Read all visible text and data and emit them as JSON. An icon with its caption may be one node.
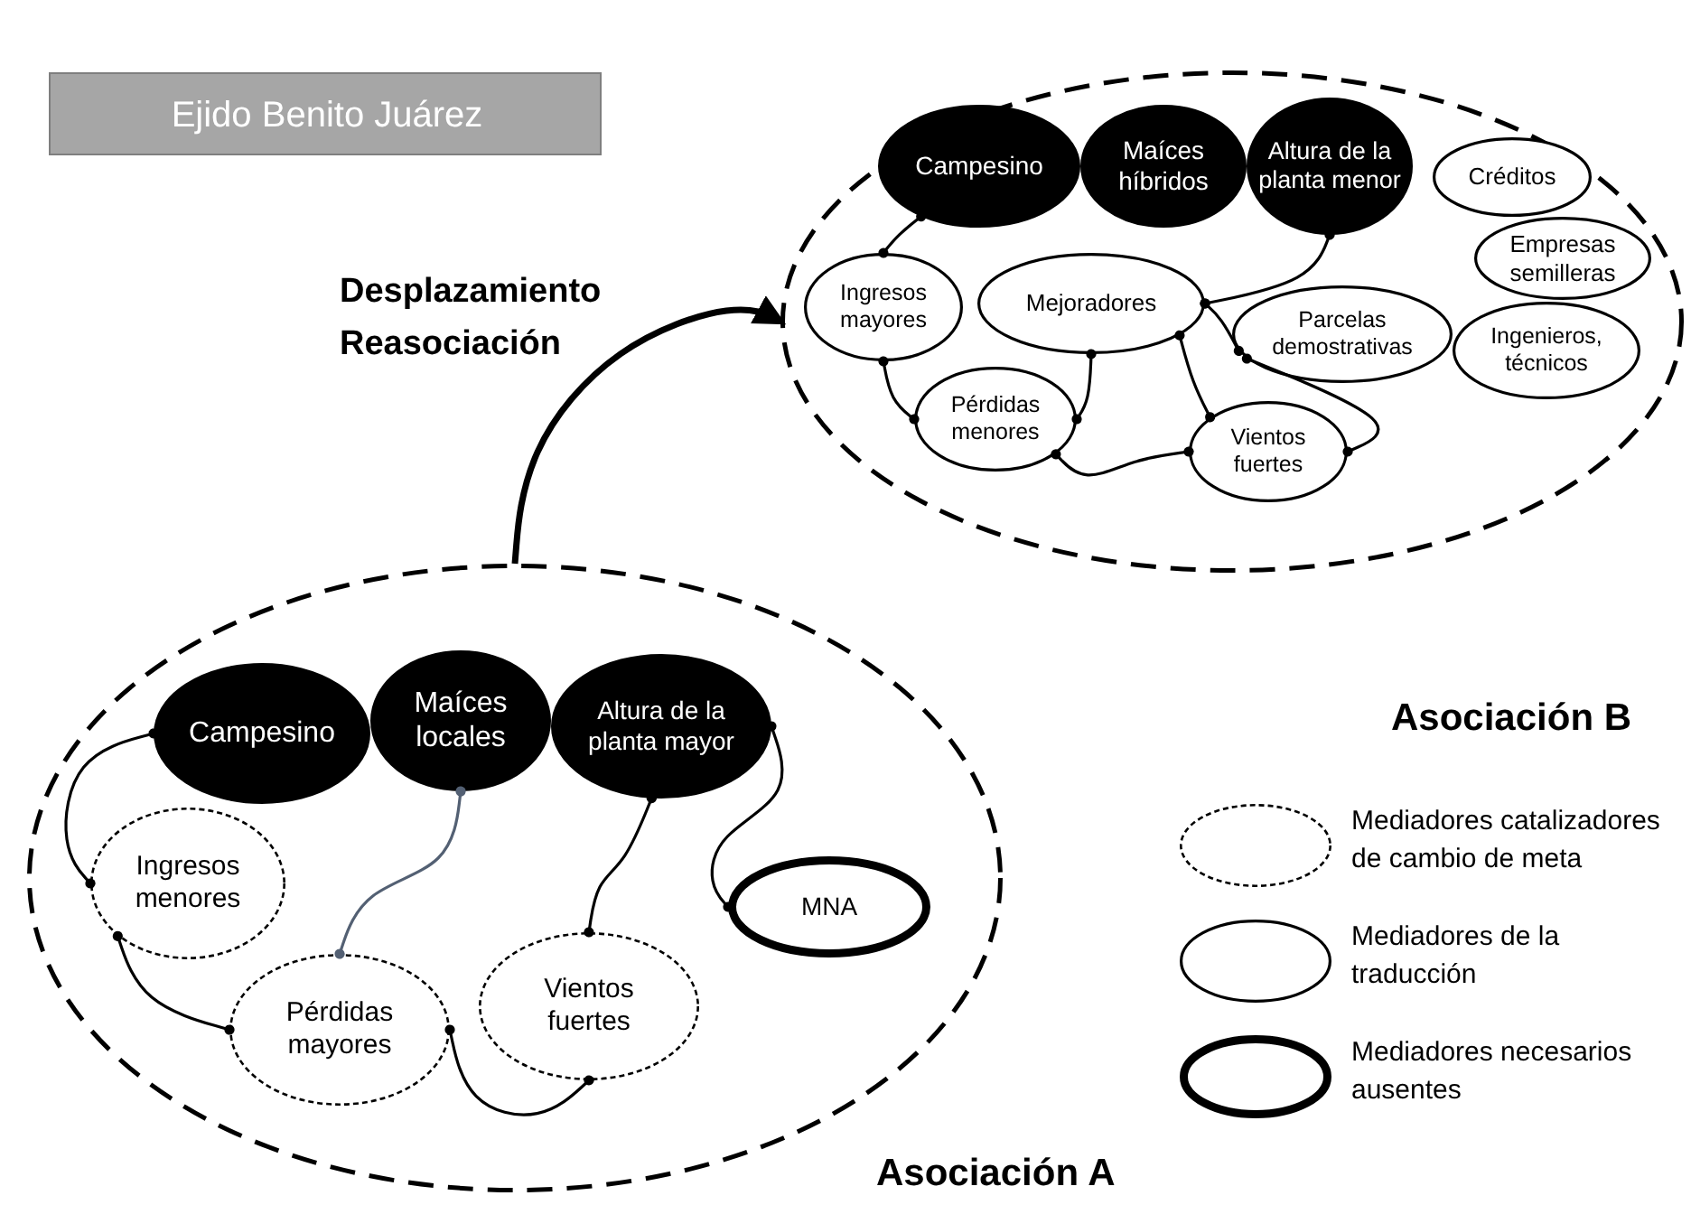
{
  "diagram": {
    "nodes": [
      {
        "text": [
          "Ejido Benito Juárez"
        ]
      },
      {
        "text": [],
        "shape": "ellipse"
      },
      {
        "text": [
          "Campesino"
        ],
        "in": 1
      },
      {
        "text": [
          "Maíces híbridos"
        ],
        "in": 1
      },
      {
        "text": [
          "Altura de la planta menor"
        ],
        "in": 1
      },
      {
        "text": [
          "Créditos"
        ],
        "in": 1
      },
      {
        "text": [
          "Empresas semilleras"
        ],
        "in": 1
      },
      {
        "text": [
          "Ingresos mayores"
        ],
        "in": 1
      },
      {
        "text": [
          "Mejoradores"
        ],
        "in": 1
      },
      {
        "text": [
          "Parcelas demostrativas"
        ],
        "in": 1
      },
      {
        "text": [
          "Ingenieros, técnicos"
        ],
        "in": 1
      },
      {
        "text": [
          "Pérdidas menores"
        ],
        "in": 1
      },
      {
        "text": [
          "Vientos fuertes"
        ],
        "in": 1
      },
      {
        "text": [],
        "shape": "ellipse"
      },
      {
        "text": [
          "Campesino"
        ],
        "in": 13
      },
      {
        "text": [
          "Maíces locales"
        ],
        "in": 13
      },
      {
        "text": [
          "Altura de la planta mayor"
        ],
        "in": 13
      },
      {
        "text": [
          "Ingresos menores"
        ],
        "in": 13
      },
      {
        "text": [
          "MNA"
        ],
        "in": 13
      },
      {
        "text": [
          "Pérdidas mayores"
        ],
        "in": 13
      },
      {
        "text": [
          "Vientos fuertes"
        ],
        "in": 13
      }
    ],
    "edges": [
      {
        "from": 2,
        "to": 7,
        "arrow": "other"
      },
      {
        "from": 7,
        "to": 11,
        "arrow": "other"
      },
      {
        "from": 8,
        "to": 11,
        "arrow": "other"
      },
      {
        "from": 4,
        "to": 8,
        "arrow": "other"
      },
      {
        "from": 8,
        "to": 9,
        "arrow": "other"
      },
      {
        "from": 8,
        "to": 12,
        "arrow": "other"
      },
      {
        "from": 11,
        "to": 12,
        "arrow": "other"
      },
      {
        "from": 12,
        "to": 9,
        "arrow": "other"
      },
      {
        "from": 14,
        "to": 17,
        "arrow": "other"
      },
      {
        "from": 17,
        "to": 19,
        "arrow": "other"
      },
      {
        "from": 15,
        "to": 19,
        "arrow": "other",
        "color": "#536073"
      },
      {
        "from": 16,
        "to": 20,
        "arrow": "other"
      },
      {
        "from": 16,
        "to": 18,
        "arrow": "other"
      },
      {
        "from": 19,
        "to": 20,
        "arrow": "other"
      },
      {
        "from": 13,
        "to": 1,
        "arrow": "to",
        "style": "thick",
        "label": "Desplazamiento Reasociación"
      }
    ],
    "labels": [
      "Asociación B",
      "Asociación A"
    ],
    "legend": [
      {
        "text": "Mediadores catalizadores de cambio de meta"
      },
      {
        "text": "Mediadores de la traducción"
      },
      {
        "text": "Mediadores necesarios ausentes"
      }
    ]
  }
}
